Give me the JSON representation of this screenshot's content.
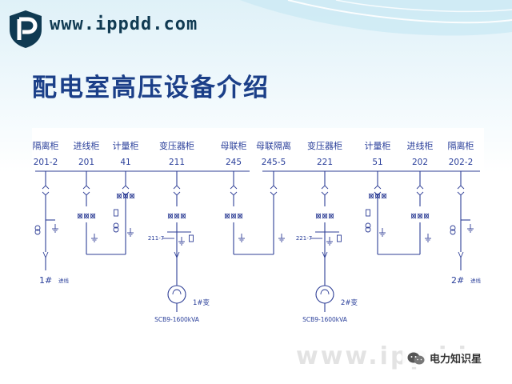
{
  "header": {
    "site_url": "www.ippdd.com",
    "brand_color": "#103a52",
    "logo_icon": "ippdd-p-logo-icon"
  },
  "slide": {
    "title": "配电室高压设备介绍",
    "title_color": "#1b3f88"
  },
  "diagram": {
    "line_color": "#2f3f96",
    "columns": [
      {
        "name": "隔离柜",
        "code": "201-2"
      },
      {
        "name": "进线柜",
        "code": "201"
      },
      {
        "name": "计量柜",
        "code": "41"
      },
      {
        "name": "变压器柜",
        "code": "211"
      },
      {
        "name": "母联柜",
        "code": "245"
      },
      {
        "name": "母联隔离",
        "code": "245-5"
      },
      {
        "name": "变压器柜",
        "code": "221"
      },
      {
        "name": "计量柜",
        "code": "51"
      },
      {
        "name": "进线柜",
        "code": "202"
      },
      {
        "name": "隔离柜",
        "code": "202-2"
      }
    ],
    "disconnectors": [
      "211-7",
      "221-7"
    ],
    "feeders": [
      {
        "label": "1#",
        "sub": "进线"
      },
      {
        "label": "2#",
        "sub": "进线"
      }
    ],
    "transformers": [
      {
        "name": "1#变",
        "spec": "SCB9-1600kVA"
      },
      {
        "name": "2#变",
        "spec": "SCB9-1600kVA"
      }
    ]
  },
  "footer": {
    "watermark": "www.ippdd",
    "wechat_icon": "wechat-icon",
    "wechat_account": "电力知识星"
  }
}
